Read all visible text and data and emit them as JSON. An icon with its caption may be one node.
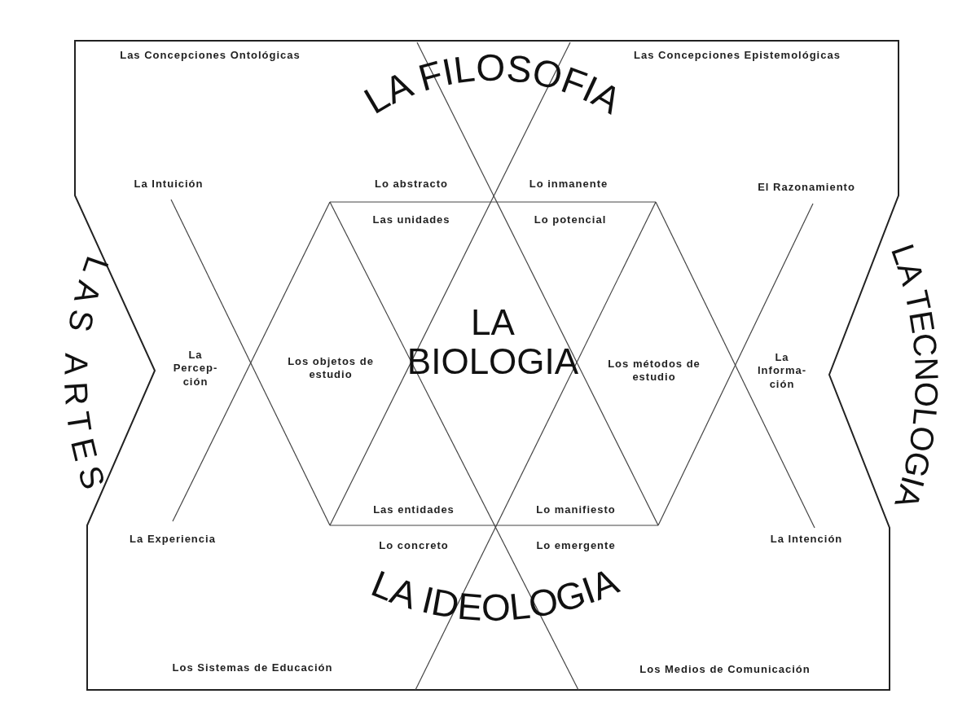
{
  "diagram": {
    "labels": [
      "Las Concepciones Ontológicas",
      "Las Concepciones Epistemológicas",
      "LA FILOSOFIA",
      "La Intuición",
      "Lo abstracto",
      "Lo inmanente",
      "El Razonamiento",
      "Las unidades",
      "Lo potencial",
      "LAS ARTES",
      "LA TECNOLOGIA",
      "La Percep- ción",
      "Los objetos de estudio",
      "LA BIOLOGIA",
      "Los métodos de estudio",
      "La Informa- ción",
      "Las entidades",
      "Lo manifiesto",
      "La Experiencia",
      "Lo concreto",
      "Lo emergente",
      "La Intención",
      "LA IDEOLOGIA",
      "Los Sistemas de Educación",
      "Los Medios de Comunicación"
    ]
  }
}
